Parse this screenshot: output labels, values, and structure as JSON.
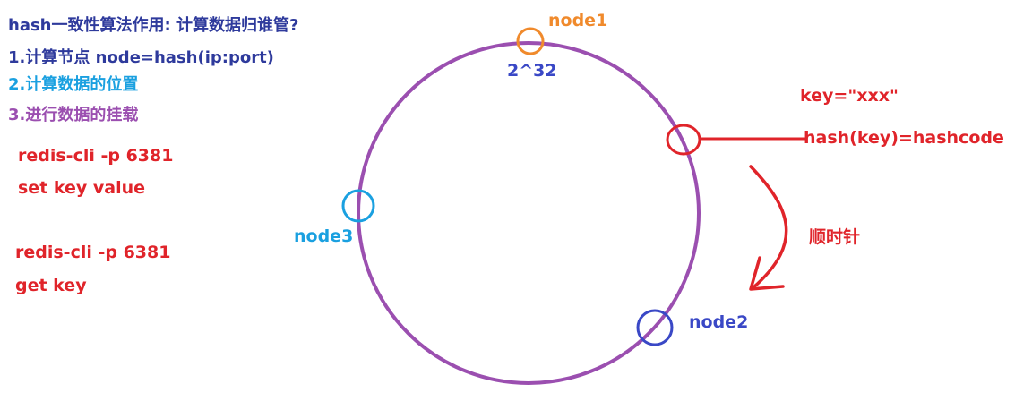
{
  "title": "hash一致性算法作用: 计算数据归谁管?",
  "steps": [
    "1.计算节点  node=hash(ip:port)",
    "2.计算数据的位置",
    "3.进行数据的挂载"
  ],
  "commands": [
    "redis-cli -p 6381",
    "set key value",
    "redis-cli -p 6381",
    "get key"
  ],
  "nodes": {
    "node1": "node1",
    "node2": "node2",
    "node3": "node3"
  },
  "ring_top_label": "2^32",
  "key_label": "key=\"xxx\"",
  "hash_label": "hash(key)=hashcode",
  "direction_label": "顺时针",
  "colors": {
    "ring": "#9b4fb0",
    "title": "#2e3a9c",
    "step1": "#2e3a9c",
    "step2": "#1aa0e0",
    "step3": "#9b4fb0",
    "command": "#e0242a",
    "node1": "#f08a2c",
    "node2": "#3a48c6",
    "node3": "#1aa0e0",
    "key": "#e0242a",
    "arrow": "#e0242a"
  }
}
